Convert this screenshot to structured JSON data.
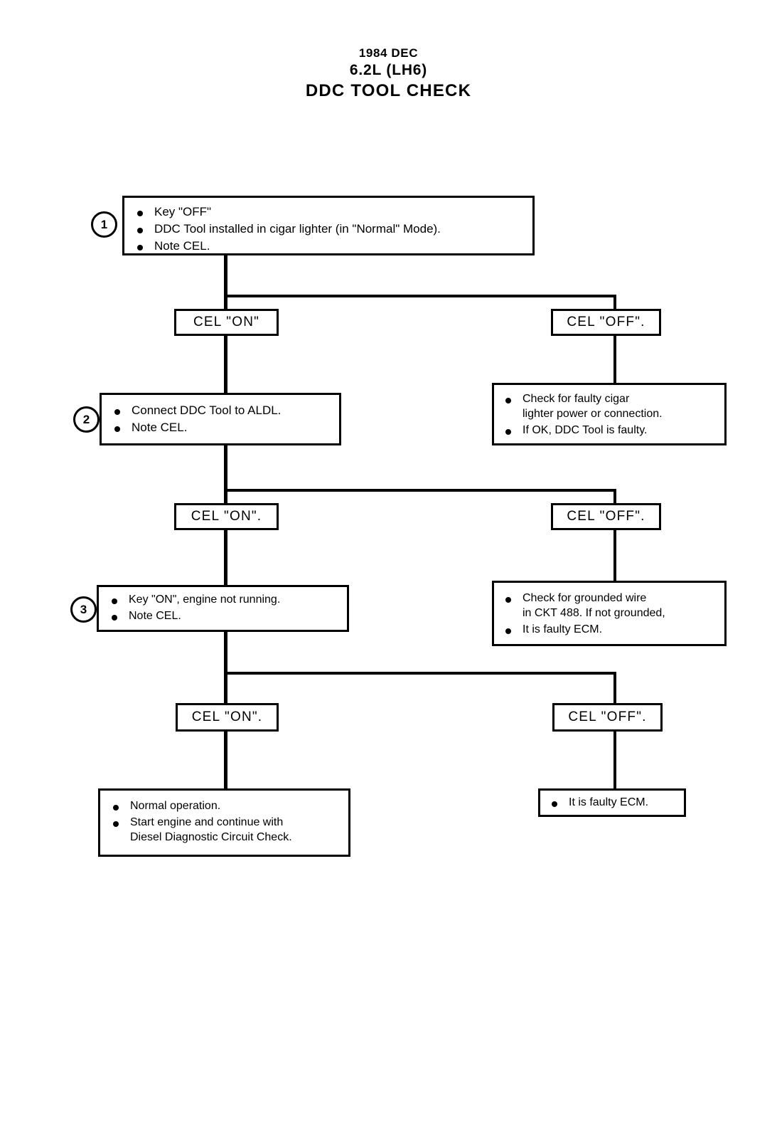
{
  "document": {
    "title_lines": [
      "1984 DEC",
      "6.2L (LH6)",
      "DDC TOOL CHECK"
    ]
  },
  "steps": {
    "one": "1",
    "two": "2",
    "three": "3"
  },
  "nodes": {
    "step1": {
      "bullets": [
        "Key \"OFF\"",
        "DDC Tool installed in cigar lighter (in \"Normal\" Mode).",
        "Note CEL."
      ]
    },
    "cel_on_1": {
      "label": "CEL \"ON\""
    },
    "cel_off_1": {
      "label": "CEL \"OFF\"."
    },
    "step2": {
      "bullets": [
        "Connect DDC Tool to ALDL.",
        "Note CEL."
      ]
    },
    "cigar_fault": {
      "bullets": [
        "Check for faulty cigar lighter power or connection.",
        "If OK, DDC Tool is faulty."
      ],
      "bullet1_line1": "Check for faulty cigar",
      "bullet1_line2": "lighter power or connection.",
      "bullet2_line1": "If OK, DDC Tool is faulty."
    },
    "cel_on_2": {
      "label": "CEL \"ON\"."
    },
    "cel_off_2": {
      "label": "CEL \"OFF\"."
    },
    "step3": {
      "bullets": [
        "Key \"ON\", engine not running.",
        "Note CEL."
      ]
    },
    "grounded_wire": {
      "bullet1_line1": "Check for grounded wire",
      "bullet1_line2": "in CKT 488. If not grounded,",
      "bullet2_line1": "It is faulty ECM."
    },
    "cel_on_3": {
      "label": "CEL \"ON\"."
    },
    "cel_off_3": {
      "label": "CEL \"OFF\"."
    },
    "normal_operation": {
      "bullet1_line1": "Normal operation.",
      "bullet2_line1": "Start engine and continue with",
      "bullet2_line2": "Diesel Diagnostic Circuit Check."
    },
    "faulty_ecm": {
      "bullet1_line1": "It is faulty ECM."
    }
  },
  "chart_data": {
    "type": "diagram",
    "title": "DDC TOOL CHECK",
    "subtitle": "1984 DEC / 6.2L (LH6)",
    "flow": [
      {
        "id": "step1",
        "step": 1,
        "branches": [
          "cel_on_1",
          "cel_off_1"
        ]
      },
      {
        "id": "cel_off_1",
        "leads_to": "cigar_fault"
      },
      {
        "id": "cel_on_1",
        "leads_to": "step2"
      },
      {
        "id": "step2",
        "step": 2,
        "branches": [
          "cel_on_2",
          "cel_off_2"
        ]
      },
      {
        "id": "cel_off_2",
        "leads_to": "grounded_wire"
      },
      {
        "id": "cel_on_2",
        "leads_to": "step3"
      },
      {
        "id": "step3",
        "step": 3,
        "branches": [
          "cel_on_3",
          "cel_off_3"
        ]
      },
      {
        "id": "cel_on_3",
        "leads_to": "normal_operation"
      },
      {
        "id": "cel_off_3",
        "leads_to": "faulty_ecm"
      }
    ]
  }
}
